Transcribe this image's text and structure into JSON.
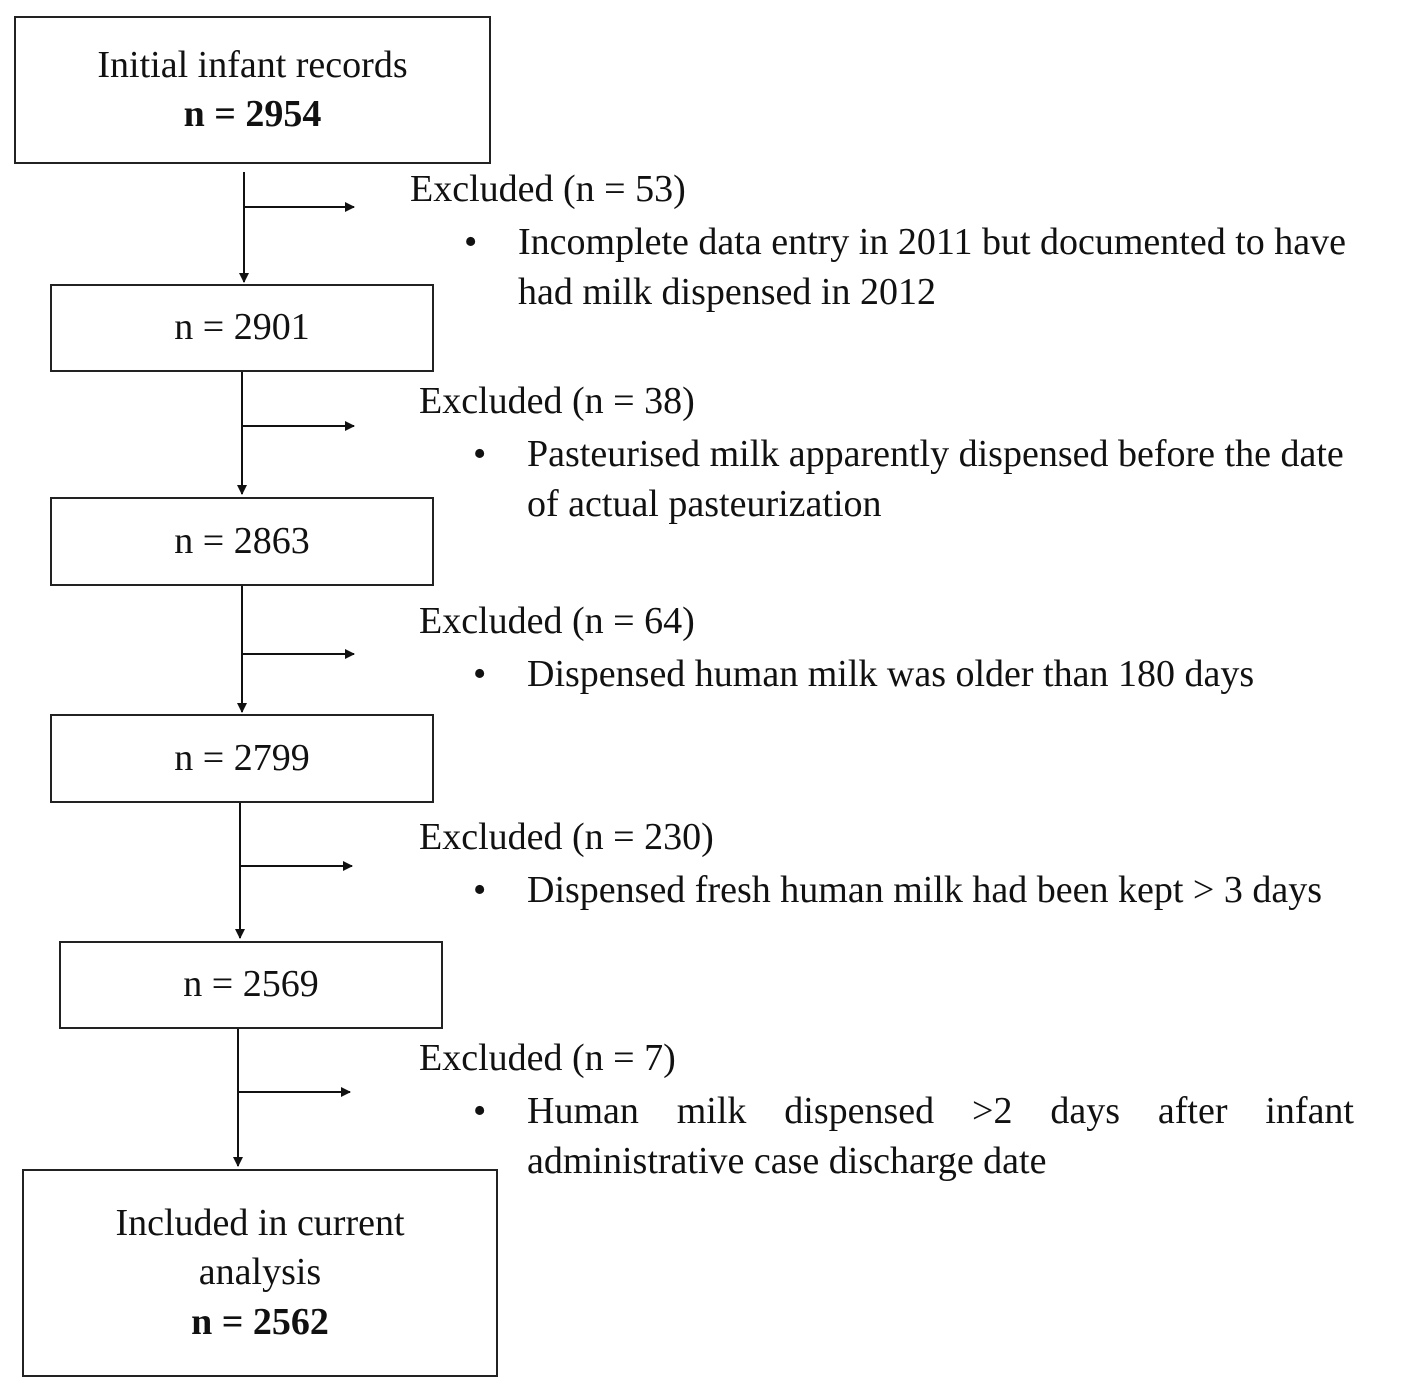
{
  "boxes": [
    {
      "lines": [
        "Initial infant records"
      ],
      "count": "n = 2954"
    },
    {
      "count": "n = 2901"
    },
    {
      "count": "n = 2863"
    },
    {
      "count": "n = 2799"
    },
    {
      "count": "n = 2569"
    },
    {
      "lines": [
        "Included in current",
        "analysis"
      ],
      "count": "n = 2562"
    }
  ],
  "exclusions": [
    {
      "heading": "Excluded (n = 53)",
      "reason": "Incomplete data entry in 2011 but documented to have had milk dispensed in 2012"
    },
    {
      "heading": "Excluded (n = 38)",
      "reason": "Pasteurised milk apparently dispensed before the date of actual pasteurization"
    },
    {
      "heading": "Excluded (n = 64)",
      "reason": "Dispensed human milk was older than 180 days"
    },
    {
      "heading": "Excluded (n = 230)",
      "reason": "Dispensed fresh human milk had been kept > 3 days"
    },
    {
      "heading": "Excluded (n = 7)",
      "reason": "Human milk dispensed >2 days after infant administrative case discharge date"
    }
  ],
  "bullet_glyph": "•"
}
